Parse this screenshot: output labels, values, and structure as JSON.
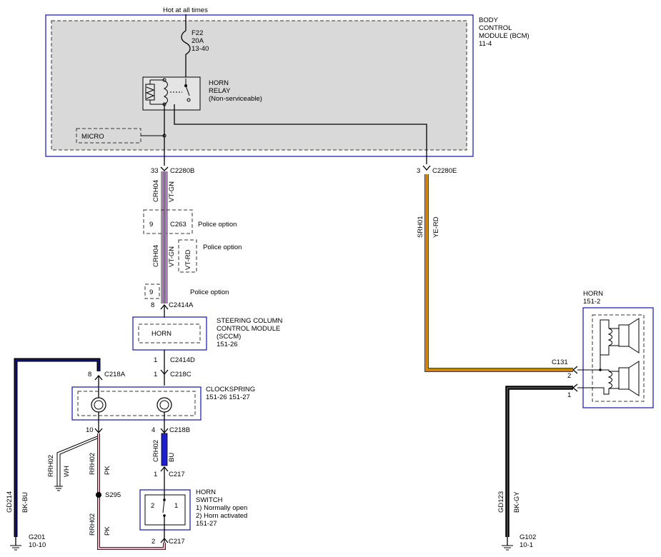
{
  "top_label": "Hot at all times",
  "bcm": {
    "title_lines": [
      "BODY",
      "CONTROL",
      "MODULE (BCM)",
      "11-4"
    ],
    "fuse_lines": [
      "F22",
      "20A",
      "13-40"
    ],
    "relay_lines": [
      "HORN",
      "RELAY",
      "(Non-serviceable)"
    ],
    "micro": "MICRO"
  },
  "connectors": {
    "c2280b_pin": "33",
    "c2280b": "C2280B",
    "c2280e_pin": "3",
    "c2280e": "C2280E",
    "c263_pin": "9",
    "c263": "C263",
    "police_option": "Police option",
    "c2414a_pin9": "9",
    "c2414a_pin": "8",
    "c2414a": "C2414A",
    "c2414d_pin": "1",
    "c2414d": "C2414D",
    "c218a_pin": "8",
    "c218a": "C218A",
    "c218c_pin": "1",
    "c218c": "C218C",
    "c218b_pin10": "10",
    "c218b_pin": "4",
    "c218b": "C218B",
    "c217_pin": "1",
    "c217": "C217",
    "c217b_pin": "2",
    "c217b": "C217",
    "c131": "C131",
    "c131_pin2": "2",
    "c131_pin1": "1"
  },
  "wires": {
    "crh04": "CRH04",
    "vt_gn": "VT-GN",
    "vt_rd": "VT-RD",
    "srh01": "SRH01",
    "ye_rd": "YE-RD",
    "crh02": "CRH02",
    "bu": "BU",
    "rrh02": "RRH02",
    "pk": "PK",
    "wh": "WH",
    "gd214": "GD214",
    "bk_bu": "BK-BU",
    "gd123": "GD123",
    "bk_gy": "BK-GY"
  },
  "sccm": {
    "title_lines": [
      "STEERING COLUMN",
      "CONTROL MODULE",
      "(SCCM)",
      "151-26"
    ],
    "inner": "HORN"
  },
  "clockspring": {
    "title": "CLOCKSPRING",
    "refs": "151-26    151-27"
  },
  "splice": "S295",
  "horn_switch": {
    "title_lines": [
      "HORN",
      "SWITCH",
      "1) Normally open",
      "2) Horn activated",
      "151-27"
    ],
    "pin_left": "2",
    "pin_right": "1"
  },
  "horn": {
    "title": "HORN",
    "ref": "151-2"
  },
  "grounds": {
    "g201": "G201",
    "g201_ref": "10-10",
    "g102": "G102",
    "g102_ref": "10-1"
  },
  "colors": {
    "violet": "#b070c0",
    "green": "#3a8a3a",
    "yellow": "#f0c000",
    "red": "#d23030",
    "pink": "#f0b0c0",
    "blue": "#1f1fd0",
    "black": "#000000",
    "box_blue": "#2222bb"
  }
}
